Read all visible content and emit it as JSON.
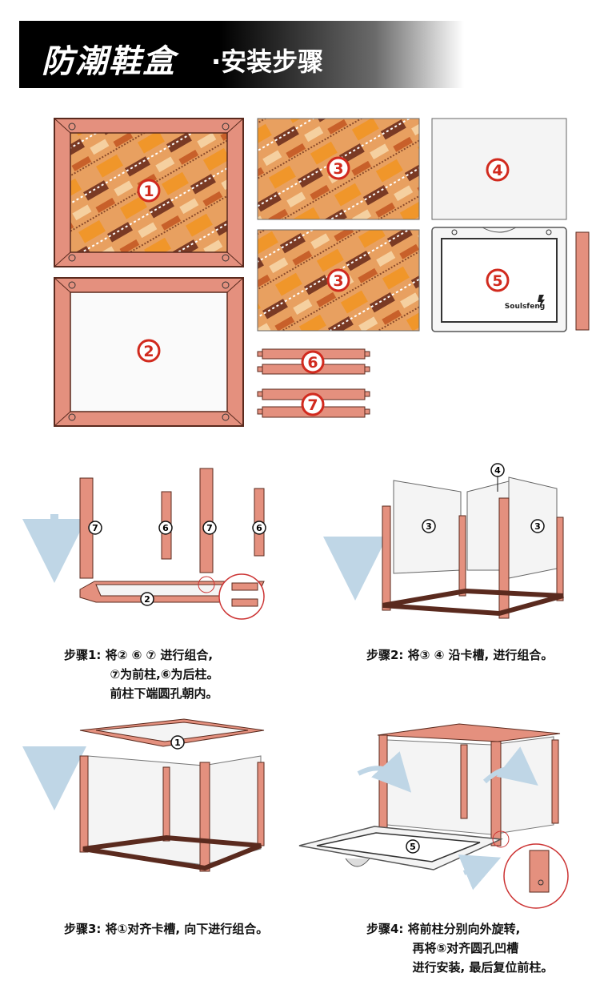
{
  "header": {
    "title": "防潮鞋盒",
    "subtitle": "·安装步骤"
  },
  "colors": {
    "frame": "#E4907E",
    "frame_stroke": "#5A2A1E",
    "number_circle": "#D12A1E",
    "arrow": "#BFD6E6",
    "panel": "#F4F4F4",
    "pattern_orange": "#F0962A",
    "pattern_brown": "#7A3A24"
  },
  "parts": {
    "p1": "1",
    "p2": "2",
    "p3a": "3",
    "p3b": "3",
    "p4": "4",
    "p5": "5",
    "p6": "6",
    "p7": "7",
    "brand": "Soulsfeng"
  },
  "steps": {
    "s1_num_a": "7",
    "s1_num_b": "6",
    "s1_num_c": "7",
    "s1_num_d": "6",
    "s1_num_base": "2",
    "s2_num_a": "3",
    "s2_num_b": "4",
    "s2_num_c": "3",
    "s3_num": "1",
    "s4_num": "5"
  },
  "captions": {
    "step1": "步骤1: 将② ⑥ ⑦ 进行组合,\n           ⑦为前柱,⑥为后柱。\n           前柱下端圆孔朝内。",
    "step2": "步骤2: 将③ ④ 沿卡槽, 进行组合。",
    "step3": "步骤3: 将①对齐卡槽, 向下进行组合。",
    "step4": "步骤4: 将前柱分别向外旋转,\n           再将⑤对齐圆孔凹槽\n           进行安装, 最后复位前柱。"
  }
}
